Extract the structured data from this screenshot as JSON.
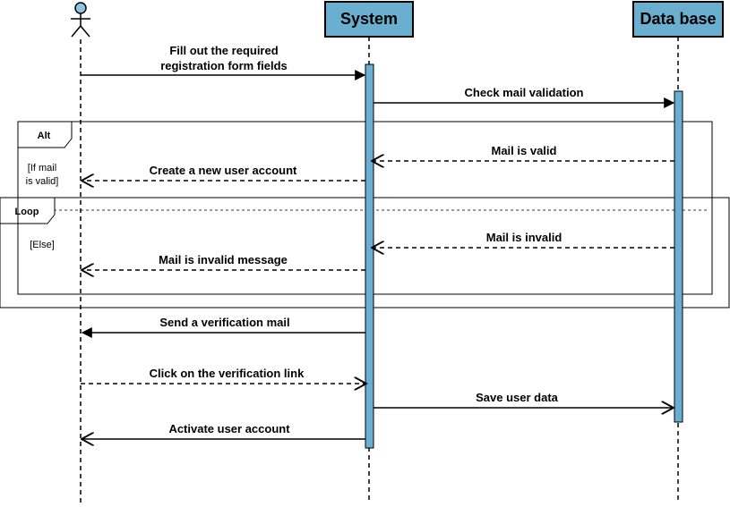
{
  "colors": {
    "participant_fill": "#6AAFD0",
    "activation_fill": "#6AAFD0",
    "actor_fill": "#8EC5E3",
    "line": "#000000"
  },
  "participants": {
    "actor": {
      "label": "",
      "icon": "stick-figure-icon"
    },
    "system": {
      "label": "System"
    },
    "database": {
      "label": "Data base"
    }
  },
  "messages": [
    {
      "line1": "Fill out the required",
      "line2": "registration form fields",
      "from": "actor",
      "to": "system",
      "style": "solid"
    },
    {
      "text": "Check mail validation",
      "from": "system",
      "to": "database",
      "style": "solid"
    },
    {
      "text": "Mail is valid",
      "from": "database",
      "to": "system",
      "style": "dashed"
    },
    {
      "text": "Create a new user account",
      "from": "system",
      "to": "actor",
      "style": "dashed"
    },
    {
      "text": "Mail is invalid",
      "from": "database",
      "to": "system",
      "style": "dashed"
    },
    {
      "text": "Mail is invalid message",
      "from": "system",
      "to": "actor",
      "style": "dashed"
    },
    {
      "text": "Send a verification mail",
      "from": "system",
      "to": "actor",
      "style": "solid"
    },
    {
      "text": "Click on the verification link",
      "from": "actor",
      "to": "system",
      "style": "dashed"
    },
    {
      "text": "Save user data",
      "from": "system",
      "to": "database",
      "style": "solid-open"
    },
    {
      "text": "Activate user account",
      "from": "system",
      "to": "actor",
      "style": "solid-open"
    }
  ],
  "frames": {
    "alt": {
      "label": "Alt",
      "guard_if_line1": "[If mail",
      "guard_if_line2": "is valid]",
      "guard_else": "[Else]"
    },
    "loop": {
      "label": "Loop"
    }
  }
}
